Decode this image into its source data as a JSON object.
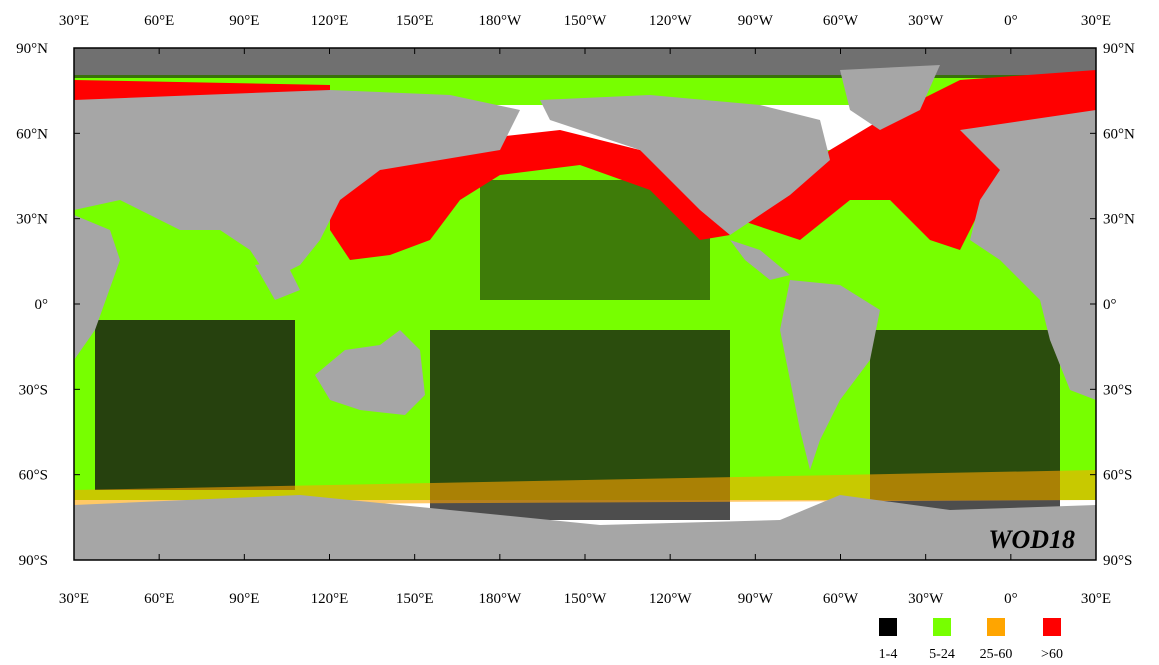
{
  "map": {
    "label": "WOD18",
    "lon_labels": [
      "30°E",
      "60°E",
      "90°E",
      "120°E",
      "150°E",
      "180°W",
      "150°W",
      "120°W",
      "90°W",
      "60°W",
      "30°W",
      "0°",
      "30°E"
    ],
    "lat_labels": [
      "90°N",
      "60°N",
      "30°N",
      "0°",
      "30°S",
      "60°S",
      "90°S"
    ],
    "colors": {
      "land": "#a6a6a6",
      "ocean": "#ffffff",
      "frame": "#000000"
    }
  },
  "legend": {
    "items": [
      {
        "label": "1-4",
        "color": "#000000"
      },
      {
        "label": "5-24",
        "color": "#77ff00"
      },
      {
        "label": "25-60",
        "color": "#ffa500"
      },
      {
        "label": ">60",
        "color": "#ff0000"
      }
    ]
  }
}
